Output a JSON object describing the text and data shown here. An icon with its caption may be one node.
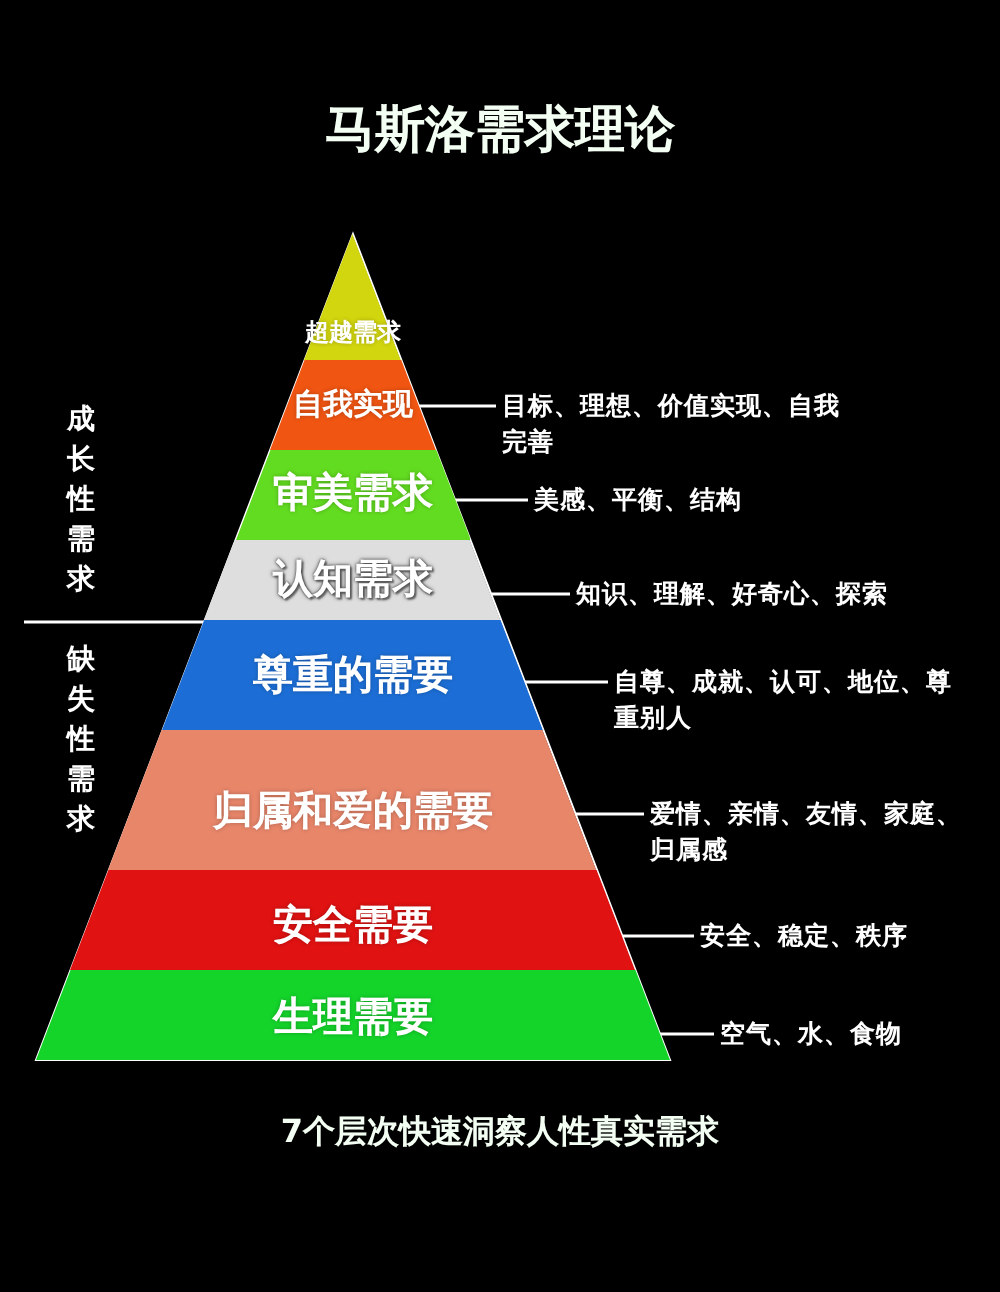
{
  "diagram": {
    "title": "马斯洛需求理论",
    "caption": "7个层次快速洞察人性真实需求",
    "nodes": [
      {
        "text": [
          "超越需求"
        ]
      },
      {
        "text": [
          "自我实现"
        ]
      },
      {
        "text": [
          "审美需求"
        ]
      },
      {
        "text": [
          "认知需求"
        ]
      },
      {
        "text": [
          "尊重的需要"
        ]
      },
      {
        "text": [
          "归属和爱的需要"
        ]
      },
      {
        "text": [
          "安全需要"
        ]
      },
      {
        "text": [
          "生理需要"
        ]
      },
      {
        "text": [
          "目标、理想、价值实现、自我完善"
        ]
      },
      {
        "text": [
          "美感、平衡、结构"
        ]
      },
      {
        "text": [
          "知识、理解、好奇心、探索"
        ]
      },
      {
        "text": [
          "自尊、成就、认可、地位、尊重别人"
        ]
      },
      {
        "text": [
          "爱情、亲情、友情、家庭、归属感"
        ]
      },
      {
        "text": [
          "安全、稳定、秩序"
        ]
      },
      {
        "text": [
          "空气、水、食物"
        ]
      }
    ],
    "edges": [
      {
        "from": 1,
        "to": 8,
        "arrow": "none"
      },
      {
        "from": 2,
        "to": 9,
        "arrow": "none"
      },
      {
        "from": 3,
        "to": 10,
        "arrow": "none"
      },
      {
        "from": 4,
        "to": 11,
        "arrow": "none"
      },
      {
        "from": 5,
        "to": 12,
        "arrow": "none"
      },
      {
        "from": 6,
        "to": 13,
        "arrow": "none"
      },
      {
        "from": 7,
        "to": 14,
        "arrow": "none"
      }
    ],
    "labels": [
      "成长性需求",
      "缺失性需求"
    ]
  }
}
